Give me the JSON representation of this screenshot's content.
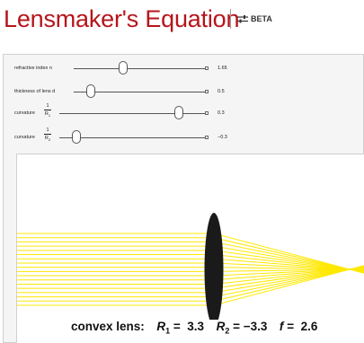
{
  "header": {
    "title": "Lensmaker's Equation",
    "beta_label": "BETA",
    "beta_icon": "sliders-icon"
  },
  "controls": {
    "refractive_index": {
      "label": "refractive index n",
      "value": "1.65",
      "fraction": 0.38
    },
    "thickness": {
      "label": "thickness of lens d",
      "value": "0.5",
      "fraction": 0.13
    },
    "curvature1": {
      "label": "curvature",
      "num": "1",
      "den_var": "R",
      "den_sub": "1",
      "value": "0.3",
      "fraction": 0.82
    },
    "curvature2": {
      "label": "curvature",
      "num": "1",
      "den_var": "R",
      "den_sub": "2",
      "value": "−0.3",
      "fraction": 0.12
    }
  },
  "readout": {
    "prefix": "convex lens:",
    "r1_var": "R",
    "r1_sub": "1",
    "r1_value": "3.3",
    "r2_var": "R",
    "r2_sub": "2",
    "r2_value": "−3.3",
    "f_var": "f",
    "f_value": "2.6"
  },
  "colors": {
    "title": "#b5151b",
    "ray": "#ffe800",
    "lens": "#1a1a1a"
  }
}
